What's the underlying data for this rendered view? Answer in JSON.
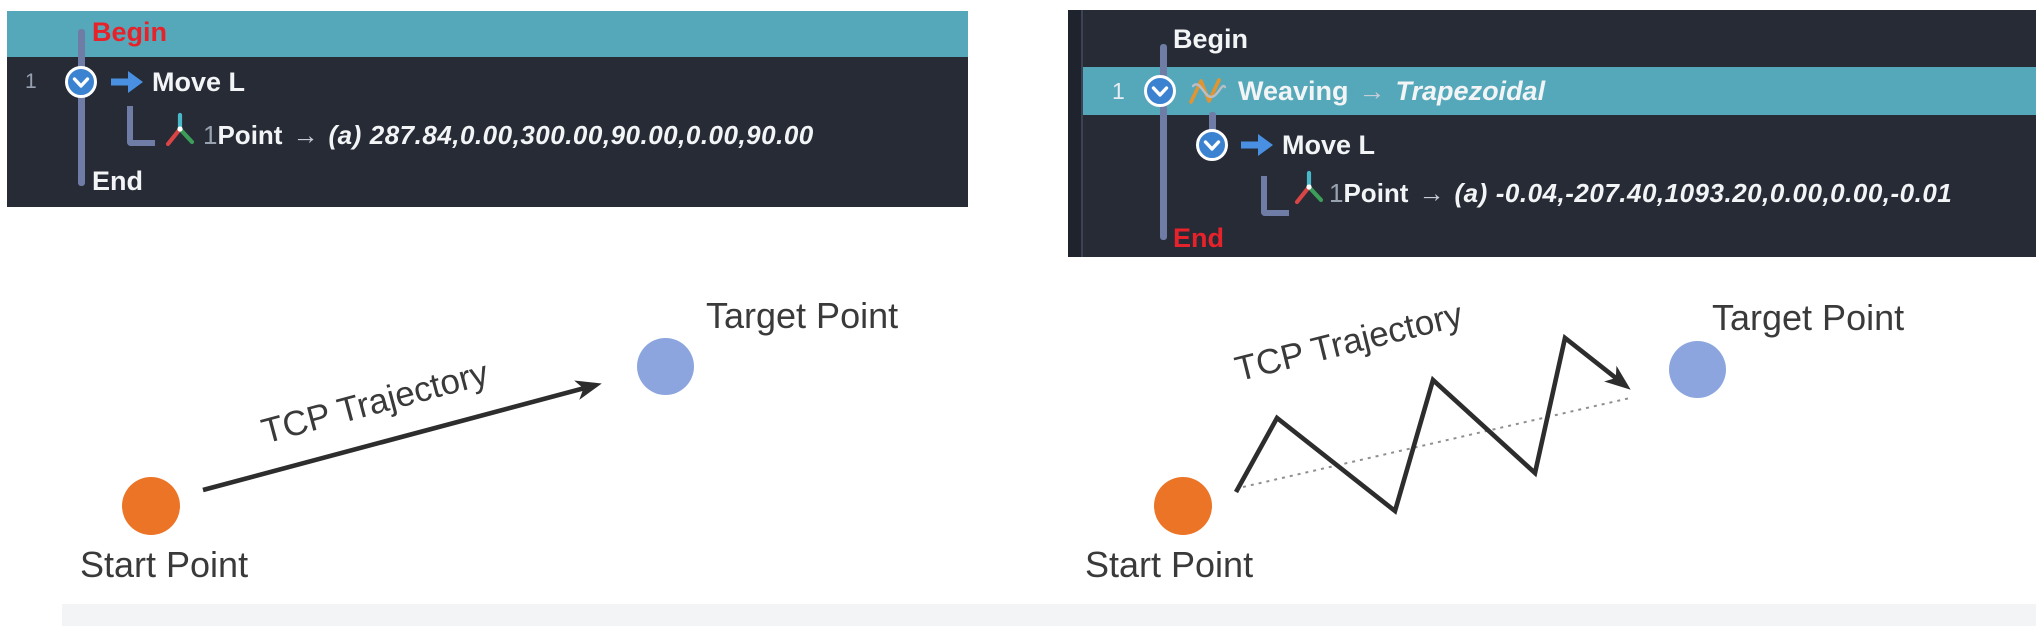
{
  "accent_colors": {
    "teal_highlight": "#55a8b9",
    "panel_dark": "#262b36",
    "begin_end_red": "#e8222a",
    "tree_line_slate": "#6e7ca6",
    "start_point_orange": "#ec7426",
    "target_point_blue": "#8ca5de",
    "trajectory_stroke": "#2d2d2d"
  },
  "icons": {
    "collapse_chevron": "chevron-down-circle",
    "move_command": "right-arrow",
    "point_pose": "xyz-axis-tripod",
    "weaving_command": "orange-zigzag-wave"
  },
  "left_program": {
    "begin_label": "Begin",
    "end_label": "End",
    "row_number": "1",
    "move_label": "Move L",
    "point_index": "1",
    "point_label": "Point",
    "arrow": "→",
    "pose_prefix": "(a)",
    "pose_values": "287.84,0.00,300.00,90.00,0.00,90.00"
  },
  "right_program": {
    "begin_label": "Begin",
    "end_label": "End",
    "row_number": "1",
    "weaving_label": "Weaving",
    "arrow": "→",
    "weaving_type": "Trapezoidal",
    "move_label": "Move L",
    "point_index": "1",
    "point_label": "Point",
    "pose_prefix": "(a)",
    "pose_values": "-0.04,-207.40,1093.20,0.00,0.00,-0.01"
  },
  "left_diagram": {
    "start_label": "Start Point",
    "target_label": "Target Point",
    "trajectory_label": "TCP Trajectory"
  },
  "right_diagram": {
    "start_label": "Start Point",
    "target_label": "Target Point",
    "trajectory_label": "TCP Trajectory"
  }
}
